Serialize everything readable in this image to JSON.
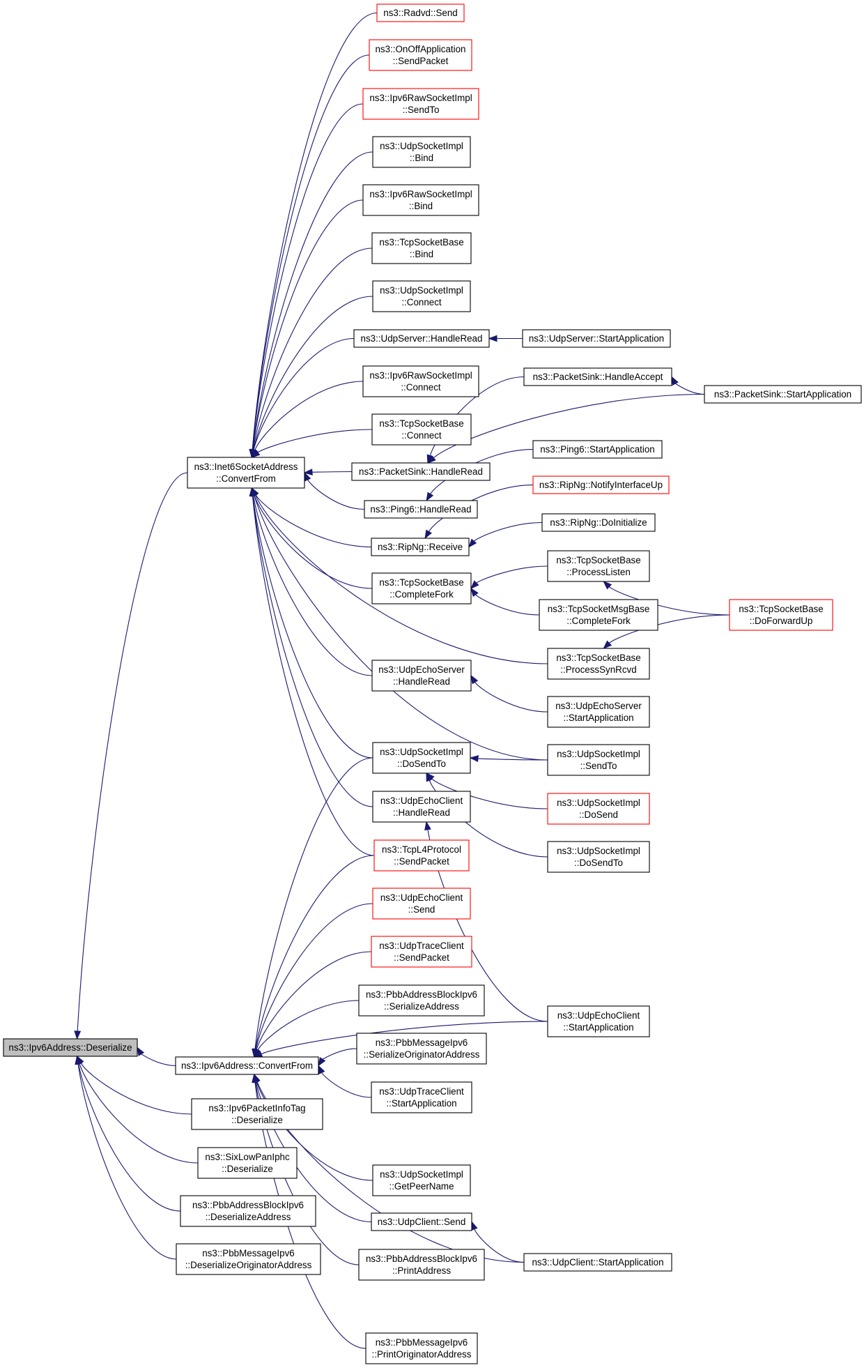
{
  "nodes": {
    "ipv6_deserialize": {
      "lines": [
        "ns3::Ipv6Address::Deserialize"
      ],
      "highlight": true
    },
    "inet6_convertfrom": {
      "lines": [
        "ns3::Inet6SocketAddress",
        "::ConvertFrom"
      ]
    },
    "ipv6addr_convertfrom": {
      "lines": [
        "ns3::Ipv6Address::ConvertFrom"
      ]
    },
    "ipv6pkt_deserialize": {
      "lines": [
        "ns3::Ipv6PacketInfoTag",
        "::Deserialize"
      ]
    },
    "sixlow_deserialize": {
      "lines": [
        "ns3::SixLowPanIphc",
        "::Deserialize"
      ]
    },
    "pbbblock_deserialize": {
      "lines": [
        "ns3::PbbAddressBlockIpv6",
        "::DeserializeAddress"
      ]
    },
    "pbbmsg_deserialize": {
      "lines": [
        "ns3::PbbMessageIpv6",
        "::DeserializeOriginatorAddress"
      ]
    },
    "radvd_send": {
      "lines": [
        "ns3::Radvd::Send"
      ],
      "red": true
    },
    "onoff_sendpacket": {
      "lines": [
        "ns3::OnOffApplication",
        "::SendPacket"
      ],
      "red": true
    },
    "ipv6raw_sendto": {
      "lines": [
        "ns3::Ipv6RawSocketImpl",
        "::SendTo"
      ],
      "red": true
    },
    "udpsock_bind": {
      "lines": [
        "ns3::UdpSocketImpl",
        "::Bind"
      ]
    },
    "ipv6raw_bind": {
      "lines": [
        "ns3::Ipv6RawSocketImpl",
        "::Bind"
      ]
    },
    "tcpbase_bind": {
      "lines": [
        "ns3::TcpSocketBase",
        "::Bind"
      ]
    },
    "udpsock_connect": {
      "lines": [
        "ns3::UdpSocketImpl",
        "::Connect"
      ]
    },
    "udpserver_handleread": {
      "lines": [
        "ns3::UdpServer::HandleRead"
      ]
    },
    "ipv6raw_connect": {
      "lines": [
        "ns3::Ipv6RawSocketImpl",
        "::Connect"
      ]
    },
    "tcpbase_connect": {
      "lines": [
        "ns3::TcpSocketBase",
        "::Connect"
      ]
    },
    "packetsink_handleread": {
      "lines": [
        "ns3::PacketSink::HandleRead"
      ]
    },
    "ping6_handleread": {
      "lines": [
        "ns3::Ping6::HandleRead"
      ]
    },
    "ripng_receive": {
      "lines": [
        "ns3::RipNg::Receive"
      ]
    },
    "tcpbase_completefork": {
      "lines": [
        "ns3::TcpSocketBase",
        "::CompleteFork"
      ]
    },
    "udpechoserver_handleread": {
      "lines": [
        "ns3::UdpEchoServer",
        "::HandleRead"
      ]
    },
    "udpsock_dosendto": {
      "lines": [
        "ns3::UdpSocketImpl",
        "::DoSendTo"
      ]
    },
    "udpechoclient_handleread": {
      "lines": [
        "ns3::UdpEchoClient",
        "::HandleRead"
      ]
    },
    "tcpl4_sendpacket": {
      "lines": [
        "ns3::TcpL4Protocol",
        "::SendPacket"
      ],
      "red": true
    },
    "udpechoclient_send": {
      "lines": [
        "ns3::UdpEchoClient",
        "::Send"
      ],
      "red": true
    },
    "udptraceclient_sendpacket": {
      "lines": [
        "ns3::UdpTraceClient",
        "::SendPacket"
      ],
      "red": true
    },
    "pbbblock_serialize": {
      "lines": [
        "ns3::PbbAddressBlockIpv6",
        "::SerializeAddress"
      ]
    },
    "pbbmsg_serialize": {
      "lines": [
        "ns3::PbbMessageIpv6",
        "::SerializeOriginatorAddress"
      ]
    },
    "udptraceclient_start": {
      "lines": [
        "ns3::UdpTraceClient",
        "::StartApplication"
      ]
    },
    "udpsock_getpeername": {
      "lines": [
        "ns3::UdpSocketImpl",
        "::GetPeerName"
      ]
    },
    "udpclient_send": {
      "lines": [
        "ns3::UdpClient::Send"
      ]
    },
    "pbbblock_print": {
      "lines": [
        "ns3::PbbAddressBlockIpv6",
        "::PrintAddress"
      ]
    },
    "pbbmsg_print": {
      "lines": [
        "ns3::PbbMessageIpv6",
        "::PrintOriginatorAddress"
      ]
    },
    "udpserver_start": {
      "lines": [
        "ns3::UdpServer::StartApplication"
      ]
    },
    "packetsink_handleaccept": {
      "lines": [
        "ns3::PacketSink::HandleAccept"
      ]
    },
    "packetsink_start": {
      "lines": [
        "ns3::PacketSink::StartApplication"
      ]
    },
    "ping6_start": {
      "lines": [
        "ns3::Ping6::StartApplication"
      ]
    },
    "ripng_notify": {
      "lines": [
        "ns3::RipNg::NotifyInterfaceUp"
      ],
      "red": true
    },
    "ripng_doinit": {
      "lines": [
        "ns3::RipNg::DoInitialize"
      ]
    },
    "tcpbase_processlisten": {
      "lines": [
        "ns3::TcpSocketBase",
        "::ProcessListen"
      ]
    },
    "tcpmsgbase_completefork": {
      "lines": [
        "ns3::TcpSocketMsgBase",
        "::CompleteFork"
      ]
    },
    "tcpbase_processsynrcvd": {
      "lines": [
        "ns3::TcpSocketBase",
        "::ProcessSynRcvd"
      ]
    },
    "udpechoserver_start": {
      "lines": [
        "ns3::UdpEchoServer",
        "::StartApplication"
      ]
    },
    "udpsock_sendto": {
      "lines": [
        "ns3::UdpSocketImpl",
        "::SendTo"
      ]
    },
    "udpsock_dosend": {
      "lines": [
        "ns3::UdpSocketImpl",
        "::DoSend"
      ],
      "red": true
    },
    "udpsock_dosendto2": {
      "lines": [
        "ns3::UdpSocketImpl",
        "::DoSendTo"
      ]
    },
    "udpechoclient_start": {
      "lines": [
        "ns3::UdpEchoClient",
        "::StartApplication"
      ]
    },
    "udpclient_start": {
      "lines": [
        "ns3::UdpClient::StartApplication"
      ]
    },
    "tcpbase_doforwardup": {
      "lines": [
        "ns3::TcpSocketBase",
        "::DoForwardUp"
      ],
      "red": true
    }
  },
  "edges": [
    {
      "from": "inet6_convertfrom",
      "to": "ipv6_deserialize"
    },
    {
      "from": "ipv6addr_convertfrom",
      "to": "ipv6_deserialize"
    },
    {
      "from": "ipv6pkt_deserialize",
      "to": "ipv6_deserialize"
    },
    {
      "from": "sixlow_deserialize",
      "to": "ipv6_deserialize"
    },
    {
      "from": "pbbblock_deserialize",
      "to": "ipv6_deserialize"
    },
    {
      "from": "pbbmsg_deserialize",
      "to": "ipv6_deserialize"
    },
    {
      "from": "radvd_send",
      "to": "inet6_convertfrom"
    },
    {
      "from": "onoff_sendpacket",
      "to": "inet6_convertfrom"
    },
    {
      "from": "ipv6raw_sendto",
      "to": "inet6_convertfrom"
    },
    {
      "from": "udpsock_bind",
      "to": "inet6_convertfrom"
    },
    {
      "from": "ipv6raw_bind",
      "to": "inet6_convertfrom"
    },
    {
      "from": "tcpbase_bind",
      "to": "inet6_convertfrom"
    },
    {
      "from": "udpsock_connect",
      "to": "inet6_convertfrom"
    },
    {
      "from": "udpserver_handleread",
      "to": "inet6_convertfrom"
    },
    {
      "from": "ipv6raw_connect",
      "to": "inet6_convertfrom"
    },
    {
      "from": "tcpbase_connect",
      "to": "inet6_convertfrom"
    },
    {
      "from": "packetsink_handleread",
      "to": "inet6_convertfrom"
    },
    {
      "from": "ping6_handleread",
      "to": "inet6_convertfrom"
    },
    {
      "from": "ripng_receive",
      "to": "inet6_convertfrom"
    },
    {
      "from": "tcpbase_completefork",
      "to": "inet6_convertfrom"
    },
    {
      "from": "tcpbase_processsynrcvd",
      "to": "inet6_convertfrom"
    },
    {
      "from": "udpechoserver_handleread",
      "to": "inet6_convertfrom"
    },
    {
      "from": "udpsock_sendto",
      "to": "inet6_convertfrom"
    },
    {
      "from": "udpsock_dosendto",
      "to": "inet6_convertfrom"
    },
    {
      "from": "udpechoclient_handleread",
      "to": "inet6_convertfrom"
    },
    {
      "from": "tcpl4_sendpacket",
      "to": "inet6_convertfrom"
    },
    {
      "from": "udpsock_dosendto",
      "to": "ipv6addr_convertfrom"
    },
    {
      "from": "tcpl4_sendpacket",
      "to": "ipv6addr_convertfrom"
    },
    {
      "from": "udpechoclient_send",
      "to": "ipv6addr_convertfrom"
    },
    {
      "from": "udptraceclient_sendpacket",
      "to": "ipv6addr_convertfrom"
    },
    {
      "from": "pbbblock_serialize",
      "to": "ipv6addr_convertfrom"
    },
    {
      "from": "pbbmsg_serialize",
      "to": "ipv6addr_convertfrom"
    },
    {
      "from": "udptraceclient_start",
      "to": "ipv6addr_convertfrom"
    },
    {
      "from": "udpechoclient_start",
      "to": "ipv6addr_convertfrom"
    },
    {
      "from": "udpsock_getpeername",
      "to": "ipv6addr_convertfrom"
    },
    {
      "from": "udpclient_send",
      "to": "ipv6addr_convertfrom"
    },
    {
      "from": "pbbblock_print",
      "to": "ipv6addr_convertfrom"
    },
    {
      "from": "udpclient_start",
      "to": "ipv6addr_convertfrom"
    },
    {
      "from": "pbbmsg_print",
      "to": "ipv6addr_convertfrom"
    },
    {
      "from": "udpserver_start",
      "to": "udpserver_handleread"
    },
    {
      "from": "packetsink_start",
      "to": "packetsink_handleaccept"
    },
    {
      "from": "packetsink_handleaccept",
      "to": "packetsink_handleread"
    },
    {
      "from": "packetsink_start",
      "to": "packetsink_handleread"
    },
    {
      "from": "ping6_start",
      "to": "ping6_handleread"
    },
    {
      "from": "ripng_notify",
      "to": "ripng_receive"
    },
    {
      "from": "ripng_doinit",
      "to": "ripng_receive"
    },
    {
      "from": "tcpbase_processlisten",
      "to": "tcpbase_completefork"
    },
    {
      "from": "tcpmsgbase_completefork",
      "to": "tcpbase_completefork"
    },
    {
      "from": "tcpbase_doforwardup",
      "to": "tcpbase_processlisten"
    },
    {
      "from": "tcpbase_doforwardup",
      "to": "tcpbase_processsynrcvd"
    },
    {
      "from": "udpechoserver_start",
      "to": "udpechoserver_handleread"
    },
    {
      "from": "udpsock_sendto",
      "to": "udpsock_dosendto"
    },
    {
      "from": "udpsock_dosend",
      "to": "udpsock_dosendto"
    },
    {
      "from": "udpsock_dosendto2",
      "to": "udpsock_dosendto"
    },
    {
      "from": "udpechoclient_start",
      "to": "udpechoclient_handleread"
    },
    {
      "from": "udpclient_start",
      "to": "udpclient_send"
    }
  ]
}
